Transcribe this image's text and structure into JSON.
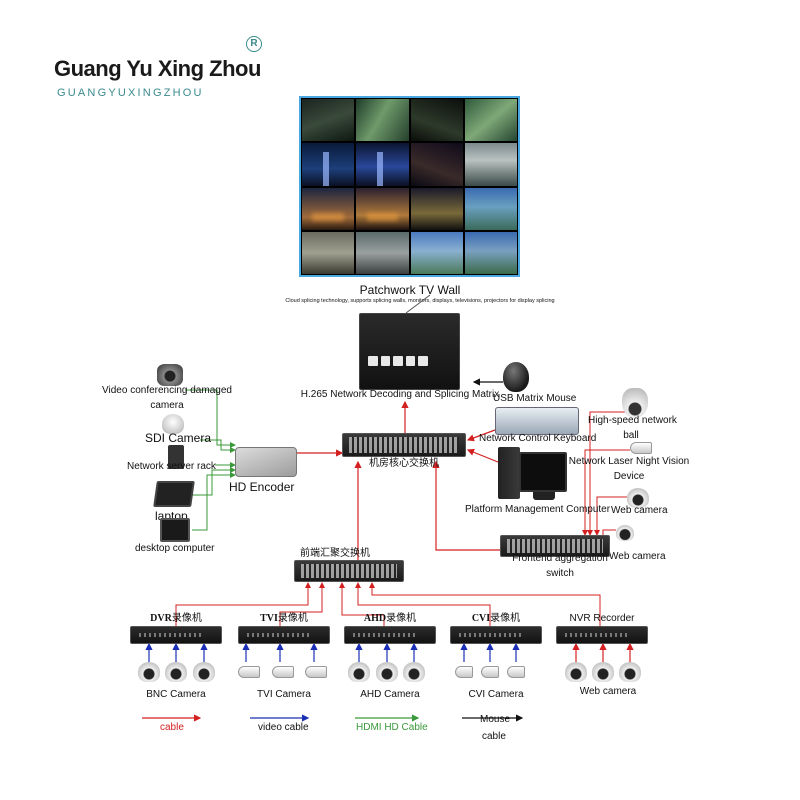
{
  "brand": {
    "name": "Guang Yu Xing Zhou",
    "registered_mark": "R",
    "subtitle": "GUANGYUXINGZHOU"
  },
  "tv_wall": {
    "title": "Patchwork TV Wall",
    "description": "Cloud splicing technology, supports splicing walls, monitors, displays, televisions, projectors for display splicing"
  },
  "devices": {
    "matrix": "H.265 Network Decoding and Splicing Matrix",
    "usb_mouse": "USB Matrix Mouse",
    "network_keyboard": "Network Control Keyboard",
    "platform_computer": "Platform Management Computer",
    "core_switch": "机房核心交换机",
    "front_switch": "前端汇聚交换机",
    "agg_switch_line1": "Frontend aggregation",
    "agg_switch_line2": "switch",
    "hd_encoder": "HD Encoder",
    "video_conf_line1": "Video conferencing damaged",
    "video_conf_line2": "camera",
    "sdi_camera": "SDI Camera",
    "server_rack": "Network server rack",
    "laptop": "laptop",
    "desktop": "desktop computer",
    "ptz_line1": "High-speed network",
    "ptz_line2": "ball",
    "laser_line1": "Network Laser Night Vision",
    "laser_line2": "Device",
    "web_camera_1": "Web camera",
    "web_camera_2": "Web camera"
  },
  "recorders": [
    {
      "prefix": "DVR",
      "suffix": "录像机",
      "camera_label": "BNC Camera",
      "arrow_color": "#1a2fb5"
    },
    {
      "prefix": "TVI",
      "suffix": "录像机",
      "camera_label": "TVI Camera",
      "arrow_color": "#1a2fb5"
    },
    {
      "prefix": "AHD",
      "suffix": "录像机",
      "camera_label": "AHD Camera",
      "arrow_color": "#1a2fb5"
    },
    {
      "prefix": "CVI",
      "suffix": "录像机",
      "camera_label": "CVI Camera",
      "arrow_color": "#1a2fb5"
    },
    {
      "prefix": "NVR Recorder",
      "suffix": "",
      "camera_label": "Web camera",
      "arrow_color": "#d42020"
    }
  ],
  "legend": [
    {
      "label": "cable",
      "color": "#d42020"
    },
    {
      "label": "video cable",
      "color": "#1a2fb5"
    },
    {
      "label": "HDMI HD Cable",
      "color": "#3a9a3a"
    },
    {
      "label_line1": "Mouse",
      "label_line2": "cable",
      "color": "#111111"
    }
  ],
  "colors": {
    "network": "#d42020",
    "video": "#1a2fb5",
    "hdmi": "#3a9a3a",
    "mouse": "#111111",
    "brand_teal": "#3a8a8c",
    "tv_border": "#4aa7e0"
  }
}
